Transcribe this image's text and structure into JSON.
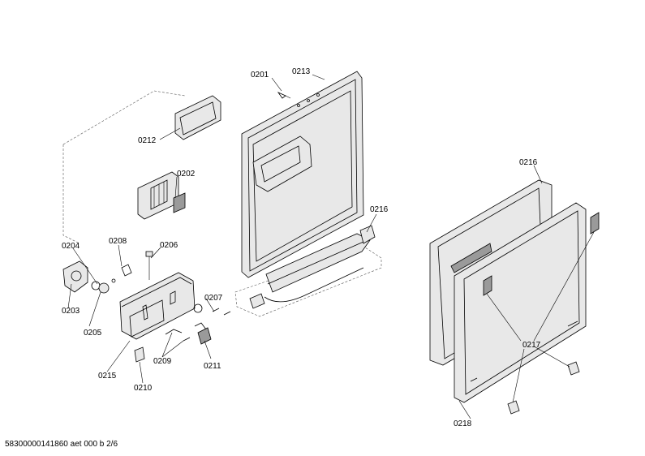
{
  "labels": {
    "p0201": "0201",
    "p0213": "0213",
    "p0212": "0212",
    "p0202": "0202",
    "p0216a": "0216",
    "p0216b": "0216",
    "p0204": "0204",
    "p0208": "0208",
    "p0206": "0206",
    "p0203": "0203",
    "p0205": "0205",
    "p0207": "0207",
    "p0209": "0209",
    "p0211": "0211",
    "p0215": "0215",
    "p0210": "0210",
    "p0217": "0217",
    "p0218": "0218"
  },
  "footer": "58300000141860 aet 000 b 2/6"
}
